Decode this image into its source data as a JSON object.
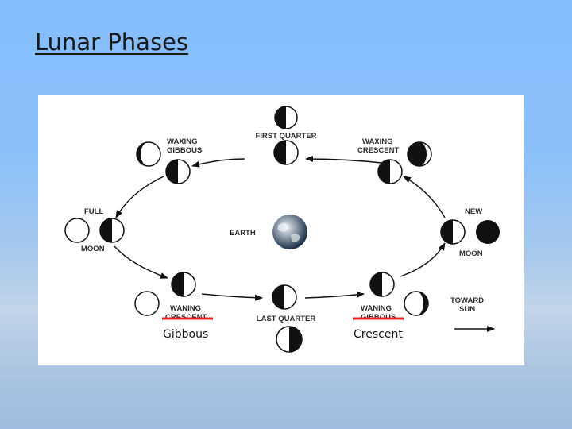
{
  "slide": {
    "title": "Lunar Phases"
  },
  "diagram": {
    "center": {
      "label": "EARTH",
      "icon": "earth-icon"
    },
    "phases": {
      "first_quarter": "FIRST QUARTER",
      "waxing_gibbous": [
        "WAXING",
        "GIBBOUS"
      ],
      "waxing_crescent": [
        "WAXING",
        "CRESCENT"
      ],
      "full": [
        "FULL",
        "MOON"
      ],
      "new": [
        "NEW",
        "MOON"
      ],
      "waning_crescent": [
        "WANING",
        "CRESCENT"
      ],
      "last_quarter": "LAST QUARTER",
      "waning_gibbous": [
        "WANING",
        "GIBBOUS"
      ]
    },
    "sun_direction": [
      "TOWARD",
      "SUN"
    ],
    "corrections": {
      "left": "Gibbous",
      "right": "Crescent",
      "underline_color": "#e32222"
    }
  }
}
